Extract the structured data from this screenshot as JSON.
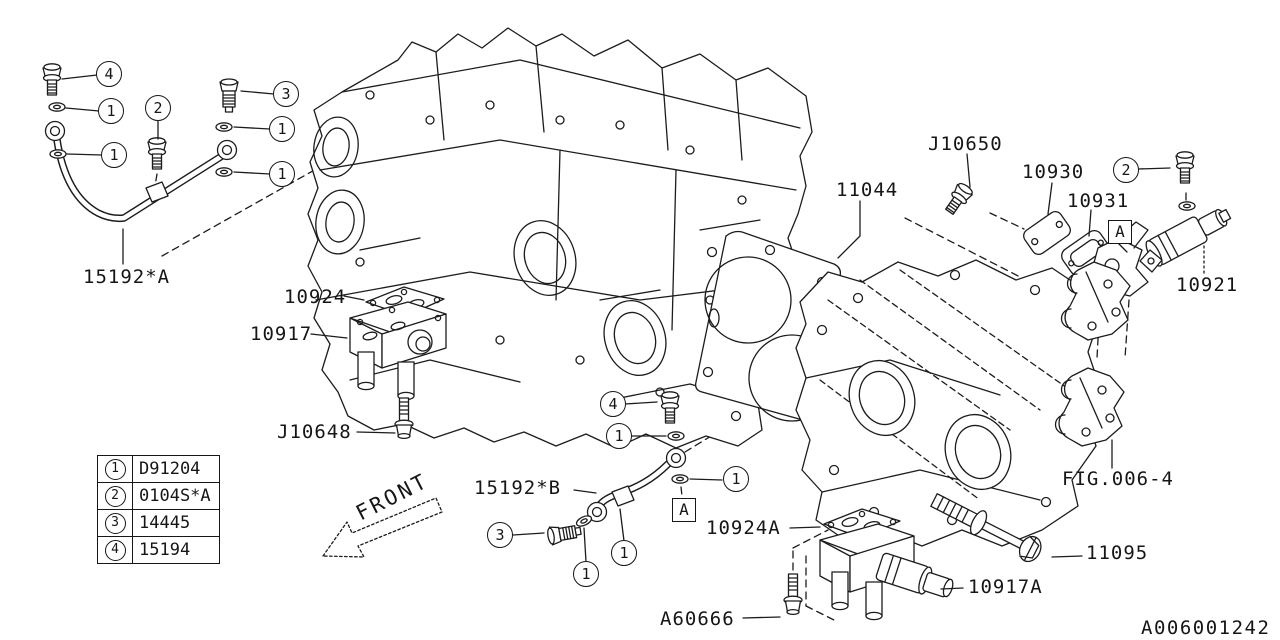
{
  "figure": {
    "front_label": "FRONT",
    "doc_number": "A006001242",
    "fig_ref": "FIG.006-4"
  },
  "part_labels": {
    "p15192a": "15192*A",
    "p10924": "10924",
    "p10917": "10917",
    "pj10648": "J10648",
    "p11044": "11044",
    "pj10650": "J10650",
    "p10930": "10930",
    "p10931": "10931",
    "p10921": "10921",
    "p15192b": "15192*B",
    "p10924a": "10924A",
    "p11095": "11095",
    "p10917a": "10917A",
    "pa60666": "A60666"
  },
  "callouts": [
    {
      "n": "4"
    },
    {
      "n": "1"
    },
    {
      "n": "2"
    },
    {
      "n": "3"
    },
    {
      "n": "1"
    },
    {
      "n": "1"
    },
    {
      "n": "1"
    },
    {
      "n": "4"
    },
    {
      "n": "1"
    },
    {
      "n": "1"
    },
    {
      "n": "3"
    },
    {
      "n": "1"
    },
    {
      "n": "1"
    },
    {
      "n": "2"
    }
  ],
  "section_markers": [
    {
      "letter": "A"
    },
    {
      "letter": "A"
    }
  ],
  "legend": {
    "rows": [
      {
        "ref": "1",
        "part_no": "D91204"
      },
      {
        "ref": "2",
        "part_no": "0104S*A"
      },
      {
        "ref": "3",
        "part_no": "14445"
      },
      {
        "ref": "4",
        "part_no": "15194"
      }
    ]
  }
}
